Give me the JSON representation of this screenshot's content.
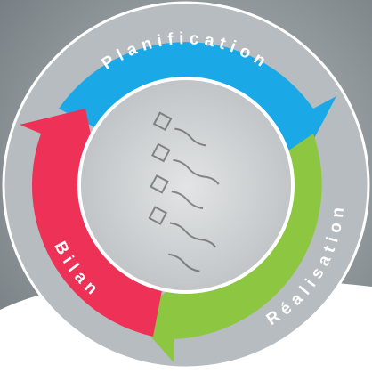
{
  "cycle": {
    "stages": [
      {
        "label": "Planification",
        "color": "#1aa9e6"
      },
      {
        "label": "Réalisation",
        "color": "#8dc640"
      },
      {
        "label": "Bilan",
        "color": "#ee3257"
      }
    ],
    "ring_color": "#b6bcbf",
    "ring_outline": "#ffffff"
  },
  "background": {
    "photo_tone": "#8b9296",
    "page_color": "#ffffff"
  }
}
